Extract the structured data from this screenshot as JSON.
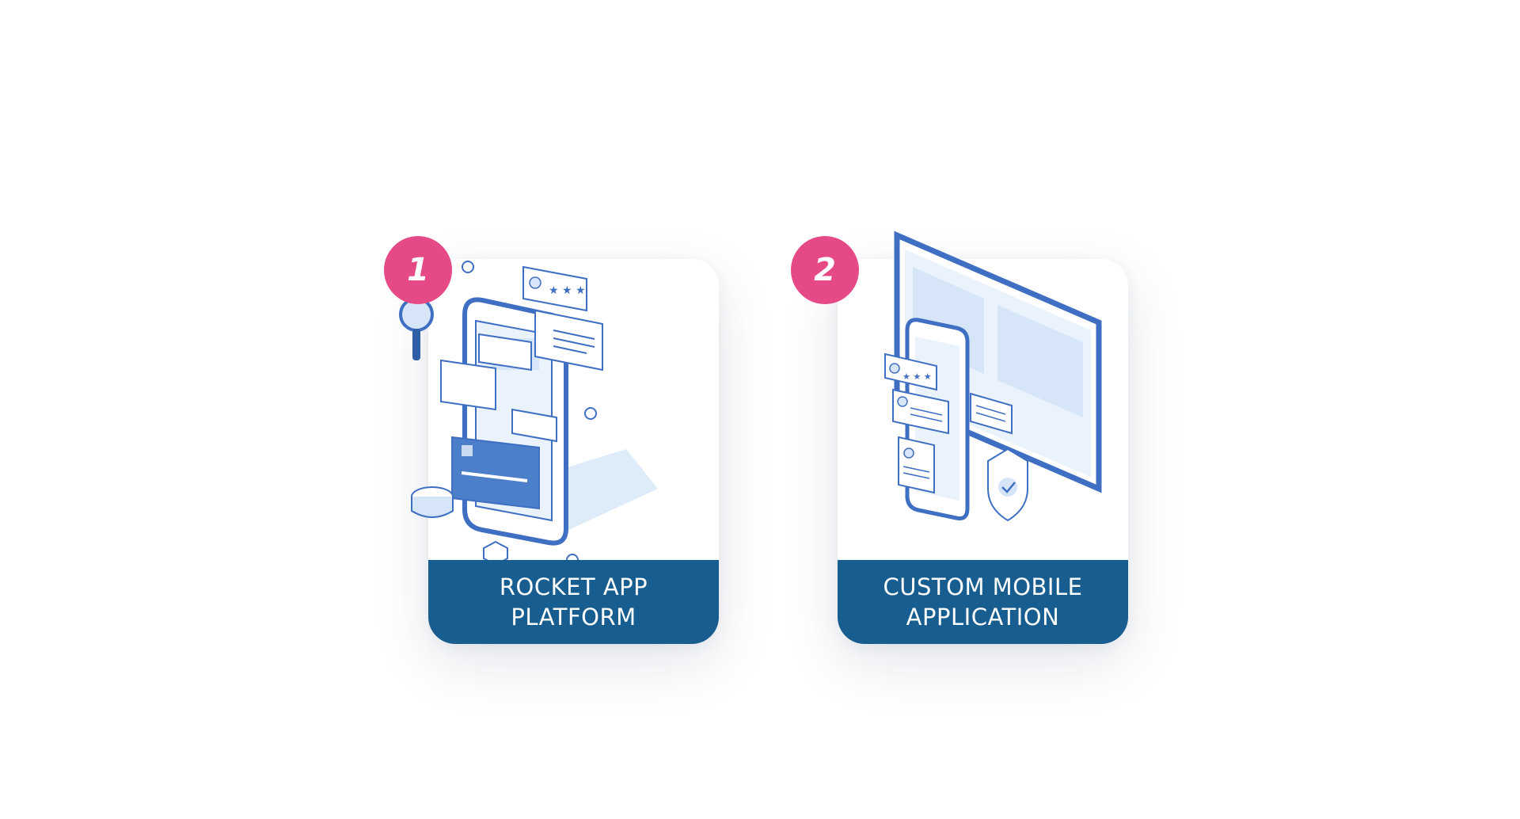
{
  "colors": {
    "footer": "#185d8f",
    "badge": "#e64a86",
    "illustration_stroke": "#3f6fc2",
    "illustration_fill": "#d6e6f8",
    "background": "#ffffff"
  },
  "cards": [
    {
      "badge": "1",
      "title": "ROCKET APP PLATFORM",
      "illustration_icon": "mobile-app-isometric-icon"
    },
    {
      "badge": "2",
      "title": "CUSTOM MOBILE APPLICATION",
      "illustration_icon": "desktop-mobile-isometric-icon"
    }
  ]
}
